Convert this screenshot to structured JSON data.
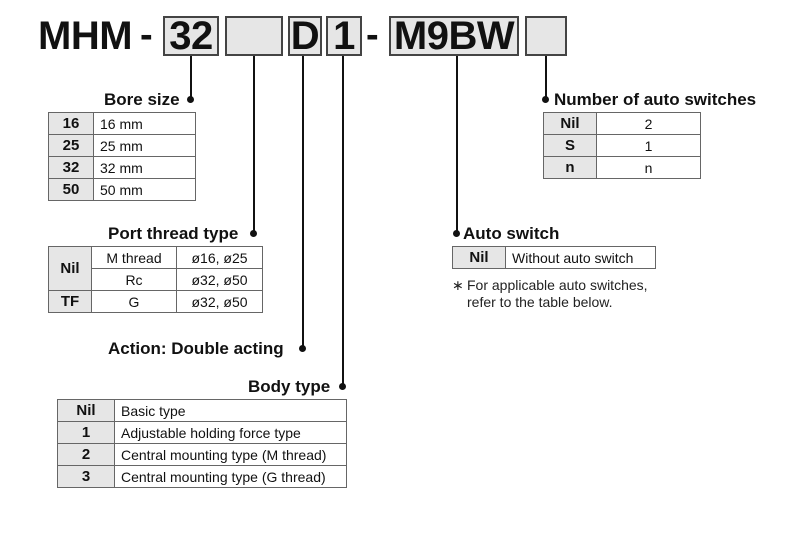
{
  "code": {
    "prefix": "MHM",
    "dash1": "-",
    "bore": "32",
    "port": "",
    "action": "D",
    "body": "1",
    "dash2": "-",
    "switch": "M9BW",
    "count": ""
  },
  "bore_size": {
    "title": "Bore size",
    "rows": [
      {
        "code": "16",
        "value": "16 mm"
      },
      {
        "code": "25",
        "value": "25 mm"
      },
      {
        "code": "32",
        "value": "32 mm"
      },
      {
        "code": "50",
        "value": "50 mm"
      }
    ]
  },
  "port_thread": {
    "title": "Port thread type",
    "rows": [
      {
        "code": "Nil",
        "thread": "M thread",
        "bores": "ø16, ø25"
      },
      {
        "code": "",
        "thread": "Rc",
        "bores": "ø32, ø50"
      },
      {
        "code": "TF",
        "thread": "G",
        "bores": "ø32, ø50"
      }
    ]
  },
  "action": {
    "title": "Action: Double acting"
  },
  "body_type": {
    "title": "Body type",
    "rows": [
      {
        "code": "Nil",
        "value": "Basic type"
      },
      {
        "code": "1",
        "value": "Adjustable holding force type"
      },
      {
        "code": "2",
        "value": "Central mounting type (M thread)"
      },
      {
        "code": "3",
        "value": "Central mounting type (G thread)"
      }
    ]
  },
  "num_switches": {
    "title": "Number of auto switches",
    "rows": [
      {
        "code": "Nil",
        "value": "2"
      },
      {
        "code": "S",
        "value": "1"
      },
      {
        "code": "n",
        "value": "n"
      }
    ]
  },
  "auto_switch": {
    "title": "Auto switch",
    "rows": [
      {
        "code": "Nil",
        "value": "Without auto switch"
      }
    ],
    "note_mark": "∗",
    "note_line1": "For applicable auto switches,",
    "note_line2": "refer to the table below."
  }
}
